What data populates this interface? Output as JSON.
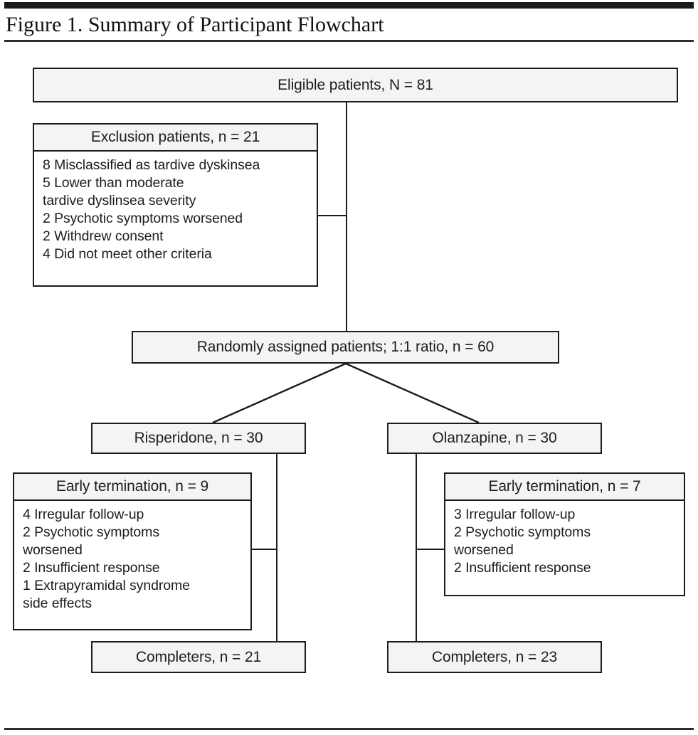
{
  "figure": {
    "title": "Figure 1. Summary of Participant Flowchart"
  },
  "nodes": {
    "eligible": {
      "label": "Eligible patients, N = 81"
    },
    "exclusion": {
      "header": "Exclusion patients, n = 21",
      "reasons": [
        "8 Misclassified as tardive dyskinsea",
        "5 Lower than moderate",
        "tardive dyslinsea severity",
        "2 Psychotic symptoms worsened",
        "2 Withdrew consent",
        "4 Did not meet other criteria"
      ]
    },
    "randomized": {
      "label": "Randomly assigned patients; 1:1 ratio, n = 60"
    },
    "risperidone": {
      "label": "Risperidone, n = 30"
    },
    "olanzapine": {
      "label": "Olanzapine, n = 30"
    },
    "early_termination_left": {
      "header": "Early termination, n = 9",
      "reasons": [
        "4 Irregular follow-up",
        "2 Psychotic symptoms",
        "worsened",
        "2 Insufficient response",
        "1 Extrapyramidal syndrome",
        "side effects"
      ]
    },
    "early_termination_right": {
      "header": "Early termination, n = 7",
      "reasons": [
        "3 Irregular follow-up",
        "2 Psychotic symptoms",
        "worsened",
        "2 Insufficient response"
      ]
    },
    "completers_left": {
      "label": "Completers, n = 21"
    },
    "completers_right": {
      "label": "Completers, n = 23"
    }
  },
  "colors": {
    "line": "#1b1c1e",
    "box_fill": "#f4f4f4",
    "panel_fill": "#ffffff",
    "text": "#1c1d1f"
  }
}
